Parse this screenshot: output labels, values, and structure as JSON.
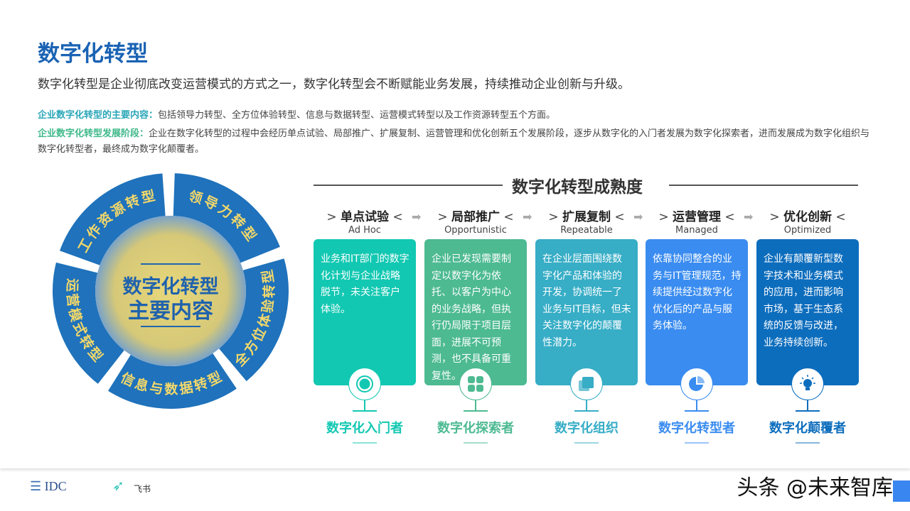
{
  "title": "数字化转型",
  "subtitle": "数字化转型是企业彻底改变运营模式的方式之一，数字化转型会不断赋能业务发展，持续推动企业创新与升级。",
  "content": {
    "label": "企业数字化转型的主要内容：",
    "text": "包括领导力转型、全方位体验转型、信息与数据转型、运营模式转型以及工作资源转型五个方面。"
  },
  "stages_desc": {
    "label": "企业数字化转型发展阶段：",
    "text": "企业在数字化转型的过程中会经历单点试验、局部推广、扩展复制、运营管理和优化创新五个发展阶段，逐步从数字化的入门者发展为数字化探索者，进而发展成为数字化组织与数字化转型者，最终成为数字化颠覆者。"
  },
  "wheel": {
    "center_line1": "数字化转型",
    "center_line2": "主要内容",
    "segments": [
      "领导力转型",
      "全方位体验转型",
      "信息与数据转型",
      "运营模式转型",
      "工作资源转型"
    ],
    "color": "#1f72bb",
    "text_color": "#f3d86a"
  },
  "maturity": {
    "title": "数字化转型成熟度",
    "stages": [
      {
        "name": "单点试验",
        "en": "Ad Hoc",
        "desc": "业务和IT部门的数字化计划与企业战略脱节，未关注客户体验。",
        "level": "数字化入门者",
        "icon": "target-icon",
        "color": "#12c8b2"
      },
      {
        "name": "局部推广",
        "en": "Opportunistic",
        "desc": "企业已发现需要制定以数字化为依托、以客户为中心的业务战略，但执行仍局限于项目层面，进展不可预测，也不具备可重复性。",
        "level": "数字化探索者",
        "icon": "grid-icon",
        "color": "#4dba92"
      },
      {
        "name": "扩展复制",
        "en": "Repeatable",
        "desc": "在企业层面围绕数字化产品和体验的开发，协调统一了业务与IT目标，但未关注数字化的颠覆性潜力。",
        "level": "数字化组织",
        "icon": "copy-icon",
        "color": "#37adc6"
      },
      {
        "name": "运营管理",
        "en": "Managed",
        "desc": "依靠协同整合的业务与IT管理规范，持续提供经过数字化优化后的产品与服务体验。",
        "level": "数字化转型者",
        "icon": "pie-chart-icon",
        "color": "#3a8cf0"
      },
      {
        "name": "优化创新",
        "en": "Optimized",
        "desc": "企业有颠覆新型数字技术和业务模式的应用，进而影响市场，基于生态系统的反馈与改进，业务持续创新。",
        "level": "数字化颠覆者",
        "icon": "lightbulb-icon",
        "color": "#0d6dbd"
      }
    ]
  },
  "footer": {
    "logo1": "IDC",
    "logo2": "飞书",
    "watermark": "头条 @未来智库"
  }
}
